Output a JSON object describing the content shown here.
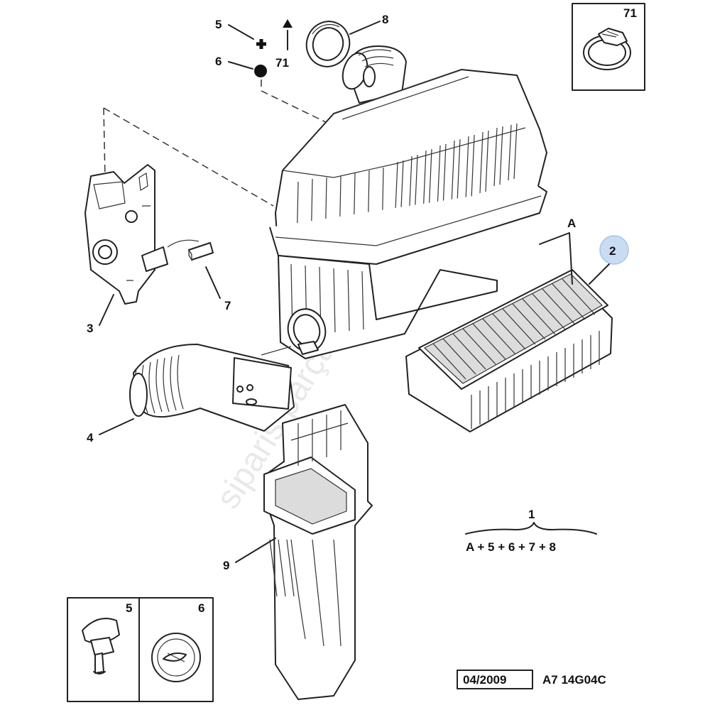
{
  "callouts": {
    "c71_top": "71",
    "c5": "5",
    "c6": "6",
    "c71_marker": "71",
    "c8": "8",
    "c3": "3",
    "c7": "7",
    "c4": "4",
    "cA": "A",
    "c2": "2",
    "c9": "9",
    "c1": "1",
    "c5_box": "5",
    "c6_box": "6"
  },
  "kit_formula": "A + 5 + 6 + 7 + 8",
  "footer": {
    "date": "04/2009",
    "code": "A7 14G04C"
  },
  "watermark": "sipariş parça.com",
  "colors": {
    "highlight": "#c9dcf2",
    "line": "#222222",
    "shade": "#dcdcdc"
  },
  "symbols": {
    "c5": "plus-marker",
    "c6": "dot-marker",
    "c71": "triangle-marker"
  }
}
